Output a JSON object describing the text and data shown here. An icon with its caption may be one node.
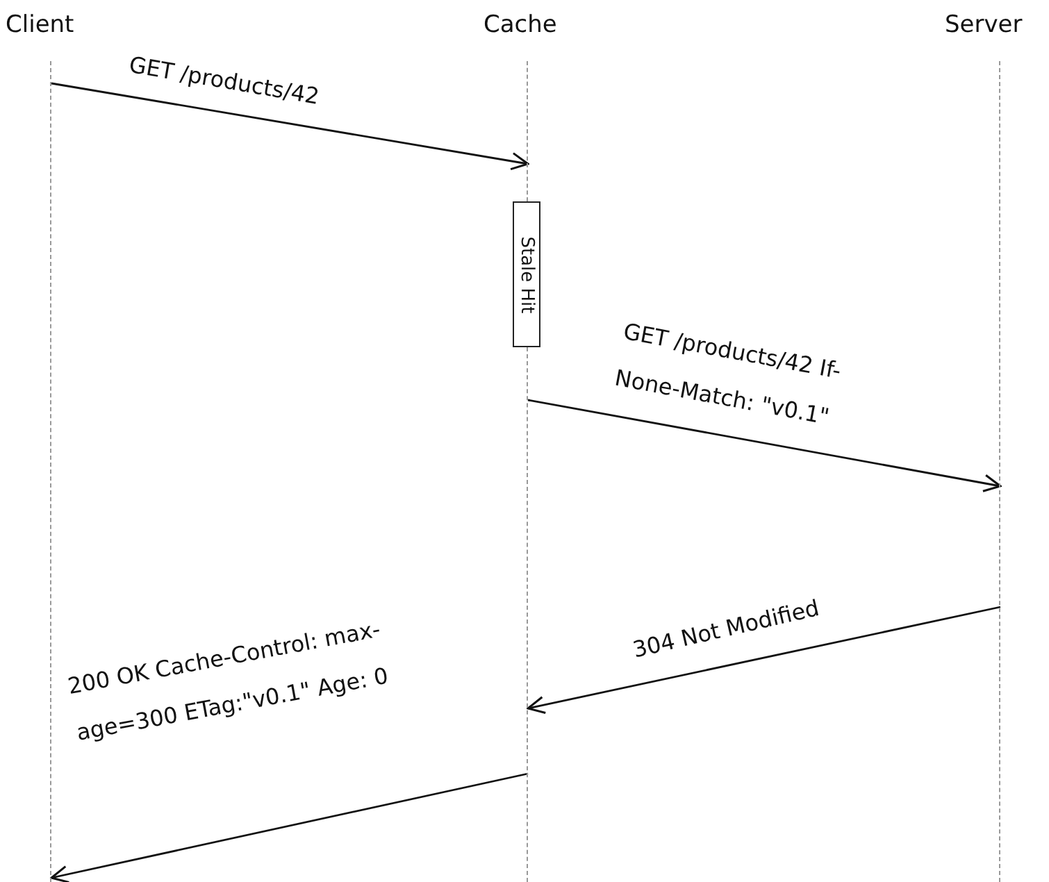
{
  "diagram": {
    "nodes": [
      {
        "text": [
          "Client"
        ]
      },
      {
        "text": [
          "Cache"
        ]
      },
      {
        "text": [
          "Server"
        ]
      },
      {
        "text": [],
        "shape": "line"
      },
      {
        "text": [],
        "shape": "line"
      },
      {
        "text": [],
        "shape": "line"
      },
      {
        "text": [],
        "shape": "line"
      },
      {
        "text": [
          "Stale Hit"
        ]
      }
    ],
    "edges": [
      {
        "from": 3,
        "to": 4,
        "arrow": "to",
        "label": "GET /products/42"
      },
      {
        "from": 5,
        "to": 6,
        "arrow": "to",
        "label": "GET /products/42 If-None-Match: \"v0.1\""
      },
      {
        "from": 6,
        "to": 5,
        "arrow": "to",
        "label": "304 Not Modified"
      },
      {
        "from": 5,
        "to": 3,
        "arrow": "to",
        "label": "200 OK Cache-Control: max-age=300 ETag:\"v0.1\" Age: 0"
      }
    ]
  }
}
